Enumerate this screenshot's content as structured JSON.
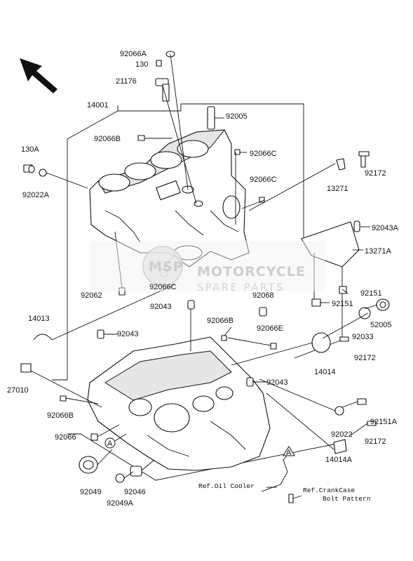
{
  "diagram": {
    "part_labels": {
      "p92066A": "92066A",
      "p130": "130",
      "p21176": "21176",
      "p14001": "14001",
      "p92005": "92005",
      "p92066B_top": "92066B",
      "p92066C_top": "92066C",
      "p130A": "130A",
      "p92022A": "92022A",
      "p92066C_mid": "92066C",
      "p92172_top": "92172",
      "p13271": "13271",
      "p92043A": "92043A",
      "p13271A": "13271A",
      "p92062": "92062",
      "p92066C_low": "92066C",
      "p92151_a": "92151",
      "p92151_b": "92151",
      "p14013": "14013",
      "p92043_a": "92043",
      "p92068": "92068",
      "p52005": "52005",
      "p92043_b": "92043",
      "p92066B_mid": "92066B",
      "p92066E": "92066E",
      "p92033": "92033",
      "p92172_mid": "92172",
      "p14014": "14014",
      "p27010": "27010",
      "p92043_c": "92043",
      "p92066B_low": "92066B",
      "p92066": "92066",
      "p92151A": "92151A",
      "p92022": "92022",
      "p92172_low": "92172",
      "p14014A": "14014A",
      "p92049": "92049",
      "p92046": "92046",
      "p92049A": "92049A"
    },
    "callout_marker_A": "A",
    "callout_marker_A2": "A",
    "references": {
      "oil_cooler": "Ref.Oil Cooler",
      "crankcase_line1": "Ref.CrankCase",
      "crankcase_line2": "Bolt Pattern"
    },
    "watermark": {
      "badge": "MSP",
      "line1": "MOTORCYCLE",
      "line2": "SPARE PARTS"
    }
  }
}
